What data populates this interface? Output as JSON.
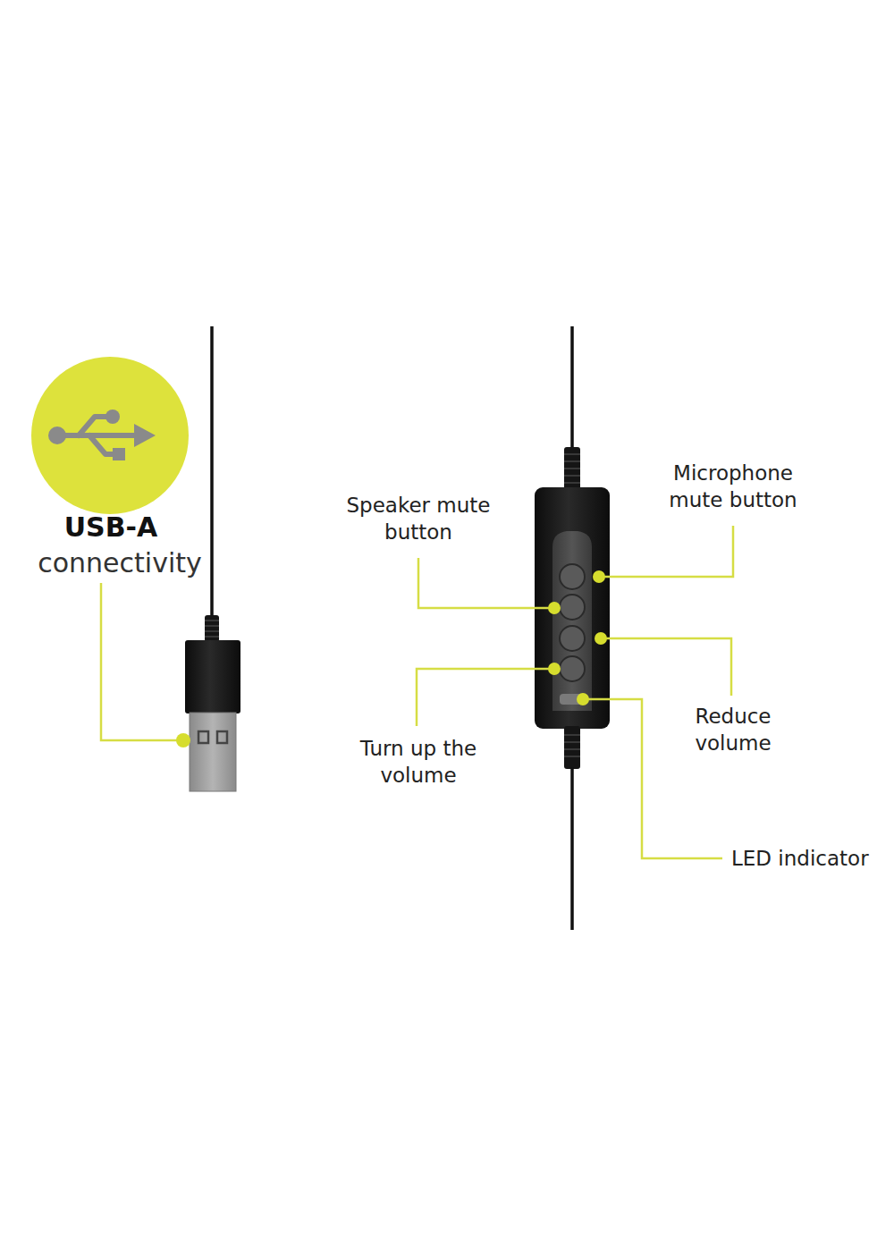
{
  "diagram": {
    "labels": [
      "USB-A",
      "connectivity",
      "Microphone mute button",
      "Speaker mute button",
      "Reduce volume",
      "Turn up the volume",
      "LED indicator"
    ]
  }
}
